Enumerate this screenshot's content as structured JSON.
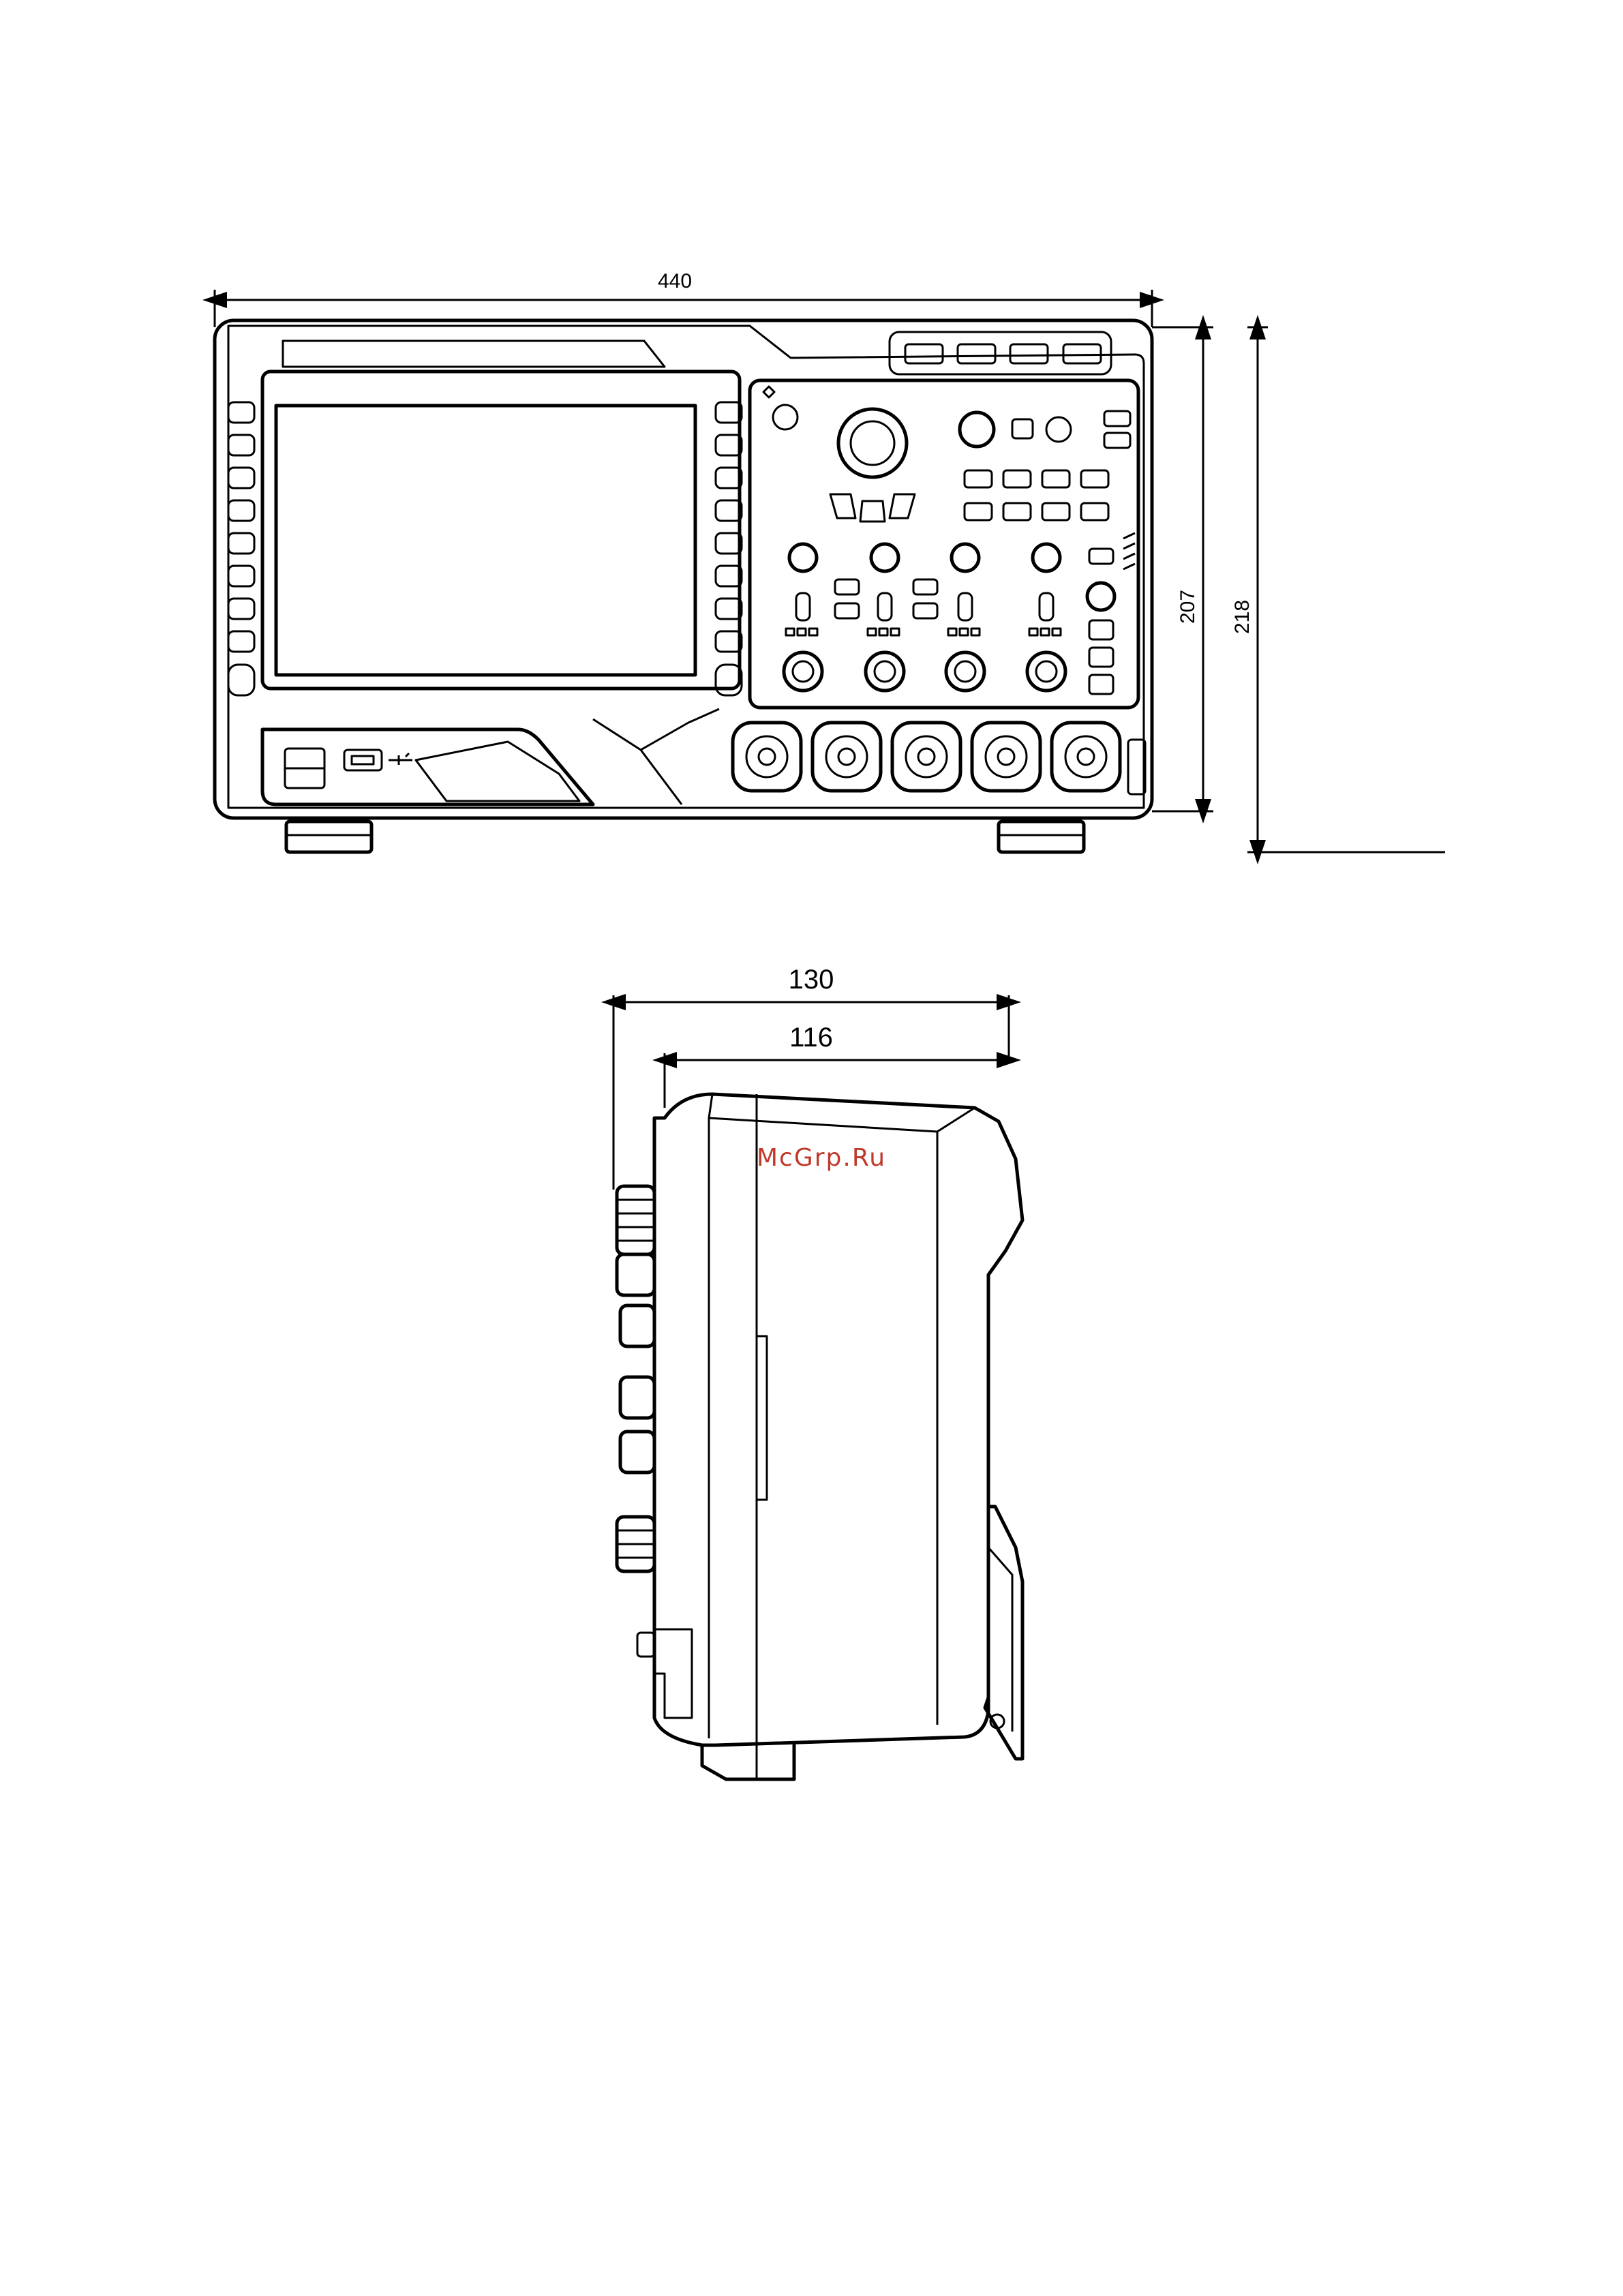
{
  "front_view": {
    "width_label": "440",
    "height_label": "207",
    "overall_height_label": "218"
  },
  "side_view": {
    "depth_label": "130",
    "inner_depth_label": "116"
  },
  "watermark": "McGrp.Ru",
  "colors": {
    "line": "#000000",
    "watermark": "#c0392b",
    "background": "#ffffff"
  }
}
